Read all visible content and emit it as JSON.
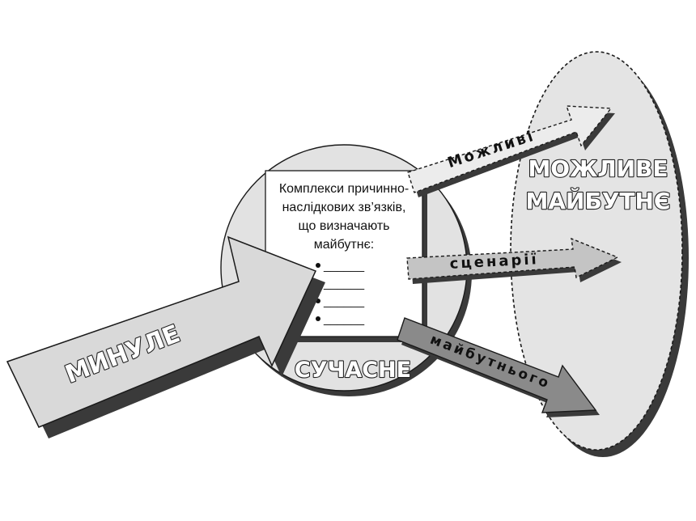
{
  "diagram": {
    "past_label": "МИНУЛЕ",
    "present_label": "СУЧАСНЕ",
    "future_label_line1": "МОЖЛИВЕ",
    "future_label_line2": "МАЙБУТНЄ",
    "box_text": [
      "Комплекси причинно-",
      "наслідкових зв’язків,",
      "що визначають",
      "майбутнє:"
    ],
    "box_bullets": [
      "______",
      "______",
      "______",
      "______"
    ],
    "arrow_labels": [
      "Можливі",
      "сценарії",
      "майбутнього"
    ],
    "colors": {
      "ellipse_fill": "#e4e4e4",
      "circle_fill": "#e2e2e2",
      "past_arrow_fill": "#d9d9d9",
      "arrow_top_fill": "#ececec",
      "arrow_mid_fill": "#c4c4c4",
      "arrow_bot_fill": "#8a8a8a",
      "shadow": "#3a3a3a",
      "stroke": "#1a1a1a"
    }
  }
}
